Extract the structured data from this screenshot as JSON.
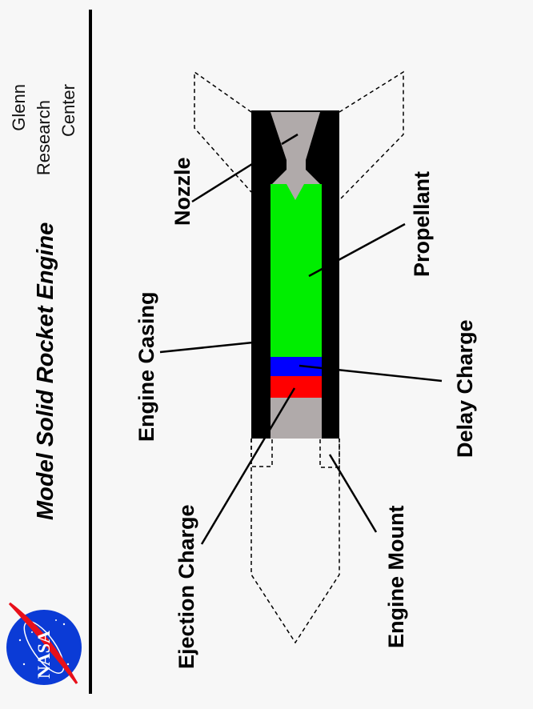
{
  "header": {
    "title": "Model  Solid  Rocket  Engine",
    "org_line1": "Glenn",
    "org_line2": "Research",
    "org_line3": "Center",
    "logo": "nasa-meatball-logo"
  },
  "labels": {
    "nozzle": "Nozzle",
    "propellant": "Propellant",
    "engine_casing": "Engine  Casing",
    "delay_charge": "Delay  Charge",
    "ejection_charge": "Ejection  Charge",
    "engine_mount": "Engine  Mount"
  },
  "colors": {
    "background": "#f7f7f7",
    "casing": "#000000",
    "nozzle": "#b0aaaa",
    "propellant": "#00ee00",
    "delay_charge": "#0000ff",
    "ejection_charge": "#ff0000",
    "nasa_blue": "#0b3bd6",
    "nasa_red": "#e8101a"
  }
}
